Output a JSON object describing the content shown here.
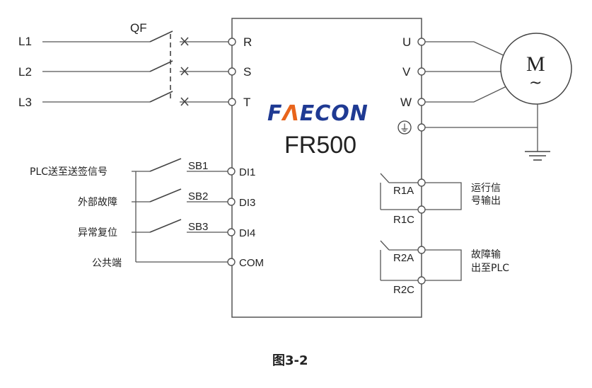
{
  "figure": {
    "caption": "图3-2",
    "brand_prefix": "F",
    "brand_accent": "Λ",
    "brand_suffix": "ECON",
    "model": "FR500",
    "colors": {
      "brand": "#1f3a93",
      "accent": "#e8641b",
      "line": "#555555"
    }
  },
  "supply": {
    "lines": [
      "L1",
      "L2",
      "L3"
    ],
    "breaker": "QF"
  },
  "inputs": {
    "power_terminals": [
      "R",
      "S",
      "T"
    ],
    "signals": [
      {
        "label": "PLC送至送签信号",
        "switch": "SB1",
        "terminal": "DI1"
      },
      {
        "label": "外部故障",
        "switch": "SB2",
        "terminal": "DI3"
      },
      {
        "label": "异常复位",
        "switch": "SB3",
        "terminal": "DI4"
      },
      {
        "label": "公共端",
        "switch": "",
        "terminal": "COM"
      }
    ]
  },
  "outputs": {
    "motor_terminals": [
      "U",
      "V",
      "W"
    ],
    "ground_symbol": "⏚",
    "motor": "M",
    "motor_wave": "~",
    "relays": [
      {
        "contact_a": "R1A",
        "contact_c": "R1C",
        "desc_line1": "运行信",
        "desc_line2": "号输出"
      },
      {
        "contact_a": "R2A",
        "contact_c": "R2C",
        "desc_line1": "故障输",
        "desc_line2": "出至PLC"
      }
    ]
  }
}
